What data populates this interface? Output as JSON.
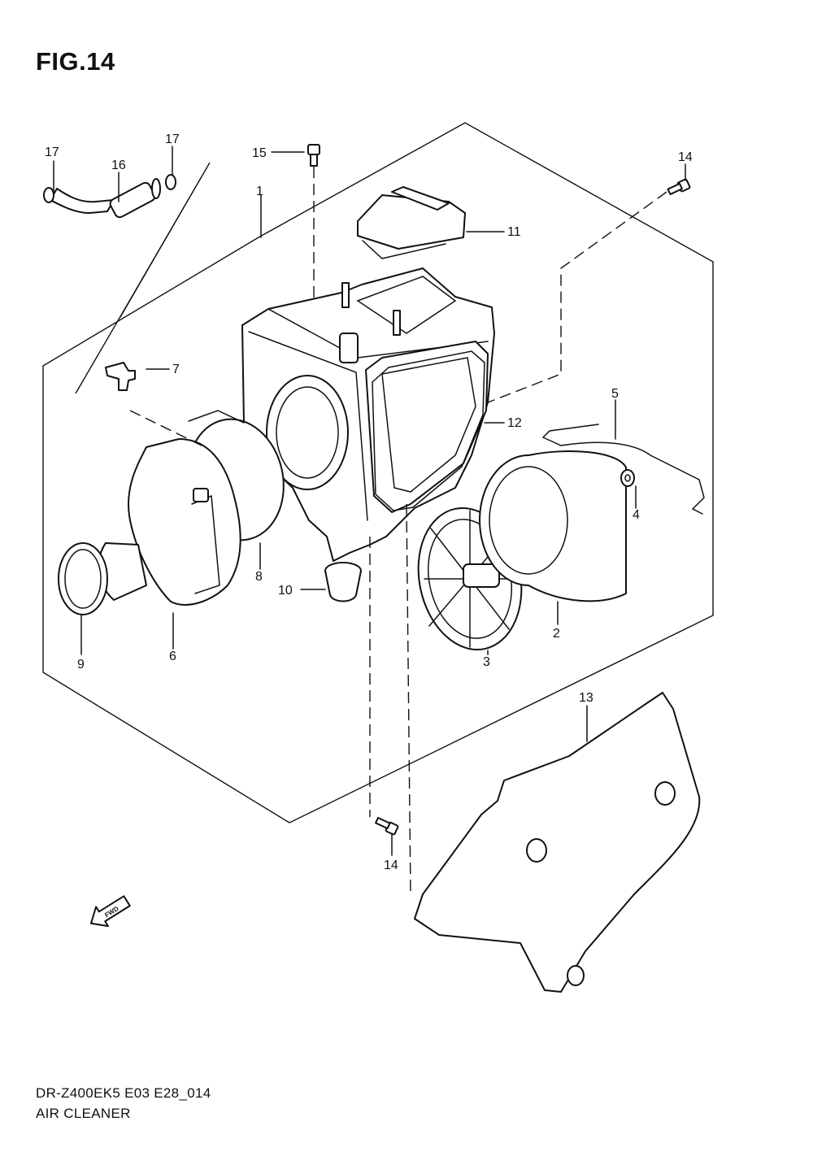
{
  "figure": {
    "title": "FIG.14"
  },
  "footer": {
    "model_code": "DR-Z400EK5 E03 E28_014",
    "section_name": "AIR CLEANER"
  },
  "fwd_arrow": {
    "label": "FWD"
  },
  "callouts": [
    "1",
    "2",
    "3",
    "4",
    "5",
    "6",
    "7",
    "8",
    "9",
    "10",
    "11",
    "12",
    "13",
    "14",
    "14",
    "15",
    "16",
    "17",
    "17"
  ]
}
